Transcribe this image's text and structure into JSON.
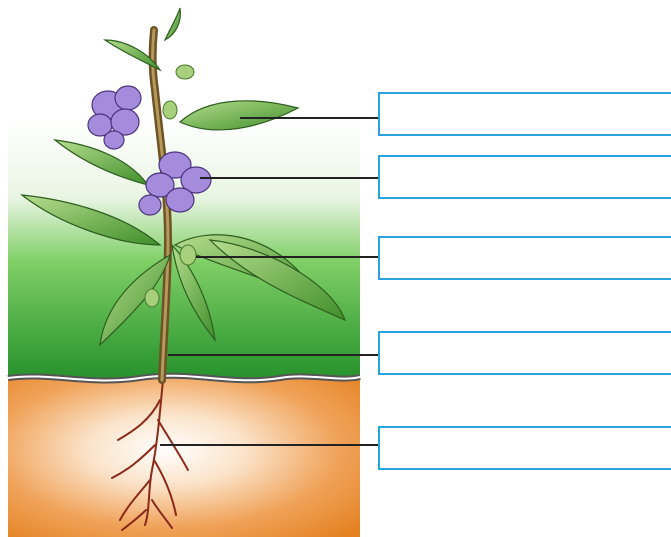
{
  "diagram": {
    "labels": [
      {
        "id": "leaf",
        "text": ""
      },
      {
        "id": "flower",
        "text": ""
      },
      {
        "id": "bud",
        "text": ""
      },
      {
        "id": "stem",
        "text": ""
      },
      {
        "id": "root",
        "text": ""
      }
    ]
  },
  "colors": {
    "soil": "#ea8a2c",
    "grass": "#2e9e33",
    "stem": "#7a5a2a",
    "leaf": "#5aa83c",
    "flower": "#9d7fd6",
    "box_border": "#29a3dc"
  }
}
